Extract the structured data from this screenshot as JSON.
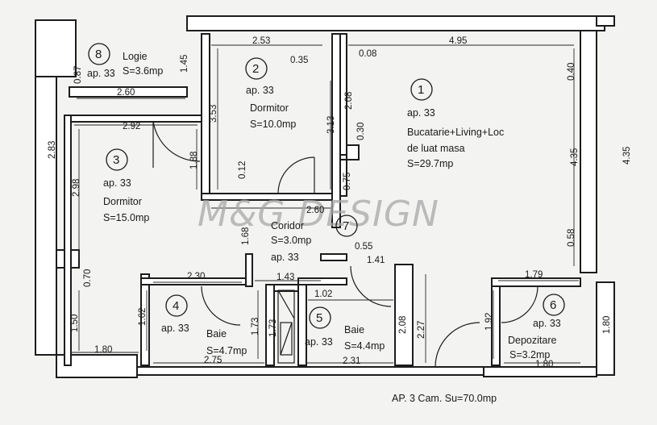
{
  "watermark": "M&G DESIGN",
  "footer": "AP. 3 Cam. Su=70.0mp",
  "rooms": [
    {
      "id": "1",
      "lines": [
        "ap. 33",
        "Bucatarie+Living+Loc",
        "de luat masa",
        "S=29.7mp"
      ]
    },
    {
      "id": "2",
      "lines": [
        "ap. 33",
        "Dormitor",
        "S=10.0mp"
      ]
    },
    {
      "id": "3",
      "lines": [
        "ap. 33",
        "Dormitor",
        "S=15.0mp"
      ]
    },
    {
      "id": "4",
      "lines": [
        "ap. 33",
        "Baie",
        "S=4.7mp"
      ]
    },
    {
      "id": "5",
      "lines": [
        "ap. 33",
        "Baie",
        "S=4.4mp"
      ]
    },
    {
      "id": "6",
      "lines": [
        "ap. 33",
        "Depozitare",
        "S=3.2mp"
      ]
    },
    {
      "id": "7",
      "lines": [
        "Coridor",
        "S=3.0mp",
        "ap. 33"
      ]
    },
    {
      "id": "8",
      "lines": [
        "Logie",
        "ap. 33",
        "S=3.6mp"
      ]
    }
  ],
  "dimensions": {
    "d_253": "2.53",
    "d_495": "4.95",
    "d_035": "0.35",
    "d_008": "0.08",
    "d_040": "0.40",
    "d_145": "1.45",
    "d_087": "0.87",
    "d_260a": "2.60",
    "d_292": "2.92",
    "d_283": "2.83",
    "d_298": "2.98",
    "d_353": "3.53",
    "d_208a": "2.08",
    "d_313": "3.13",
    "d_030": "0.30",
    "d_435a": "4.35",
    "d_435b": "4.35",
    "d_188": "1.88",
    "d_012": "0.12",
    "d_075": "0.75",
    "d_260b": "2.60",
    "d_168": "1.68",
    "d_055": "0.55",
    "d_141": "1.41",
    "d_058": "0.58",
    "d_070": "0.70",
    "d_230": "2.30",
    "d_143": "1.43",
    "d_102": "1.02",
    "d_179": "1.79",
    "d_150": "1.50",
    "d_162": "1.62",
    "d_173a": "1.73",
    "d_173b": "1.73",
    "d_208b": "2.08",
    "d_227": "2.27",
    "d_192": "1.92",
    "d_180a": "1.80",
    "d_275": "2.75",
    "d_231": "2.31",
    "d_180b": "1.80",
    "d_180c": "1.80"
  }
}
